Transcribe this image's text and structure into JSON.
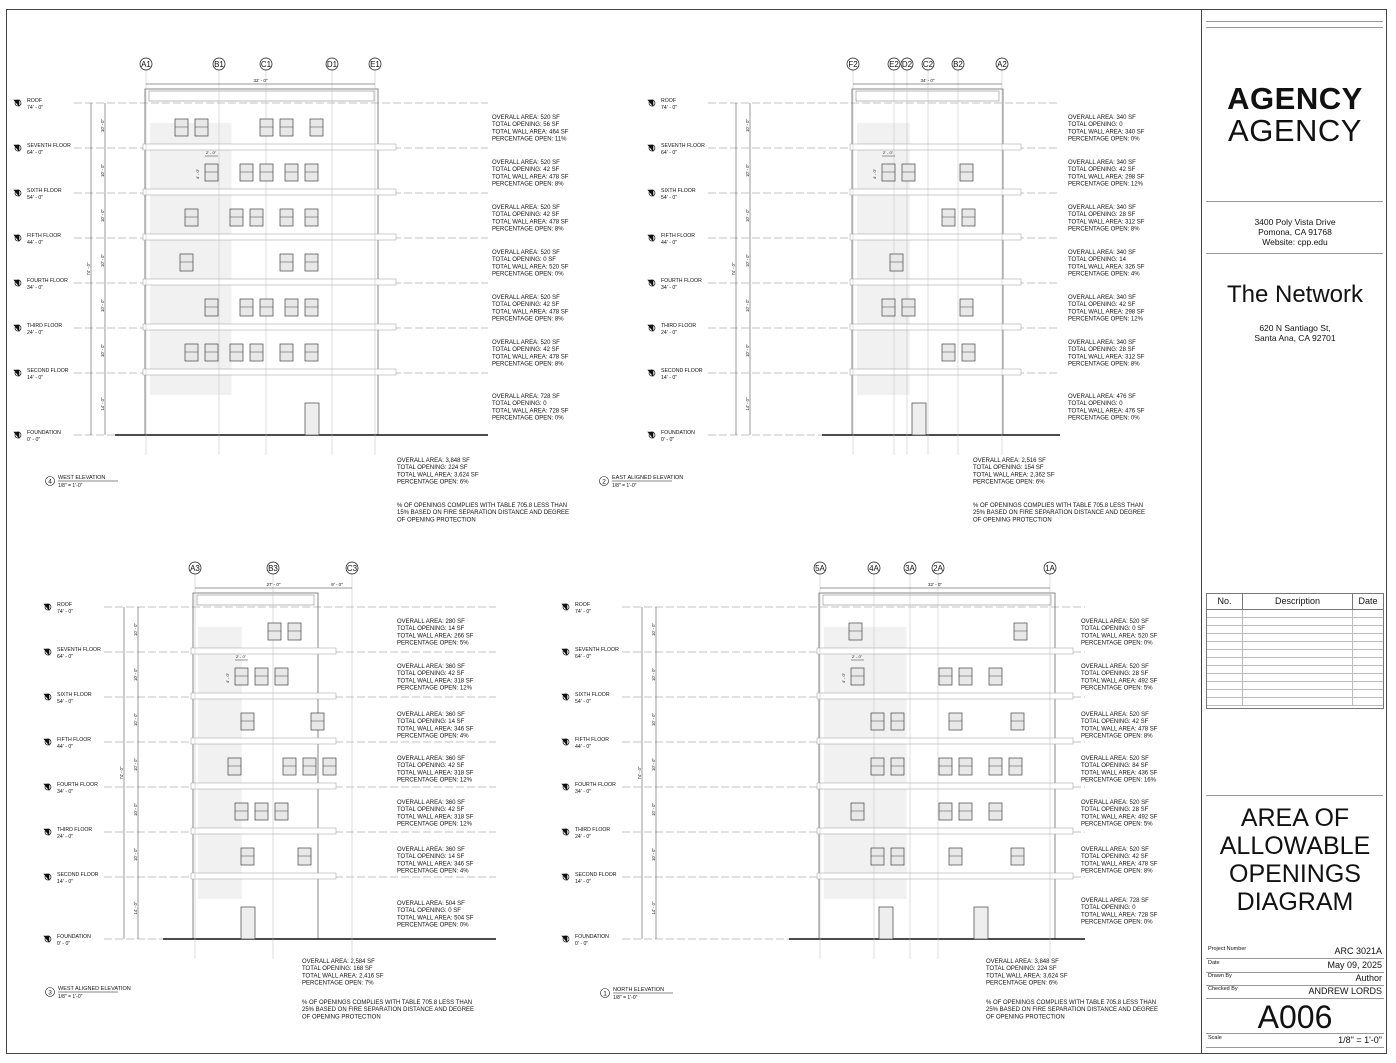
{
  "elevations": [
    {
      "id": "west",
      "number": "4",
      "title": "WEST ELEVATION",
      "scale": "1/8\" = 1'-0\"",
      "grid_labels": [
        "A1",
        "B1",
        "C1",
        "D1",
        "E1"
      ],
      "total_dim": "32' - 0\"",
      "floors": [
        "ROOF",
        "SEVENTH FLOOR",
        "SIXTH FLOOR",
        "FIFTH FLOOR",
        "FOURTH FLOOR",
        "THIRD FLOOR",
        "SECOND FLOOR",
        "FOUNDATION"
      ],
      "levels": [
        "74' - 0\"",
        "64' - 0\"",
        "54' - 0\"",
        "44' - 0\"",
        "34' - 0\"",
        "24' - 0\"",
        "14' - 0\"",
        "0' - 0\""
      ],
      "floor_data": [
        [
          "OVERALL AREA: 520 SF",
          "TOTAL OPENING: 56 SF",
          "TOTAL WALL AREA: 464 SF",
          "PERCENTAGE OPEN: 11%"
        ],
        [
          "OVERALL AREA: 520 SF",
          "TOTAL OPENING: 42 SF",
          "TOTAL WALL AREA: 478 SF",
          "PERCENTAGE OPEN: 8%"
        ],
        [
          "OVERALL AREA: 520 SF",
          "TOTAL OPENING: 42 SF",
          "TOTAL WALL AREA: 478 SF",
          "PERCENTAGE OPEN: 8%"
        ],
        [
          "OVERALL AREA: 520 SF",
          "TOTAL OPENING: 0 SF",
          "TOTAL WALL AREA: 520 SF",
          "PERCENTAGE OPEN: 0%"
        ],
        [
          "OVERALL AREA: 520 SF",
          "TOTAL OPENING: 42 SF",
          "TOTAL WALL AREA: 478 SF",
          "PERCENTAGE OPEN: 8%"
        ],
        [
          "OVERALL AREA: 520 SF",
          "TOTAL OPENING: 42 SF",
          "TOTAL WALL AREA: 478 SF",
          "PERCENTAGE OPEN: 8%"
        ],
        [
          "OVERALL AREA: 728 SF",
          "TOTAL OPENING: 0",
          "TOTAL WALL AREA: 728 SF",
          "PERCENTAGE OPEN: 0%"
        ]
      ],
      "summary": [
        "OVERALL AREA: 3,848 SF",
        "TOTAL OPENING: 224 SF",
        "TOTAL WALL AREA: 3,624 SF",
        "PERCENTAGE OPEN: 6%"
      ],
      "note": [
        "% OF OPENINGS COMPLIES WITH TABLE 705.8 LESS THAN",
        "15% BASED ON FIRE SEPARATION DISTANCE AND DEGREE",
        "OF OPENING PROTECTION"
      ]
    },
    {
      "id": "east",
      "number": "2",
      "title": "EAST ALIGNED ELEVATION",
      "scale": "1/8\" = 1'-0\"",
      "grid_labels": [
        "F2",
        "E2",
        "D2",
        "C2",
        "B2",
        "A2"
      ],
      "total_dim": "34' - 0\"",
      "floors": [
        "ROOF",
        "SEVENTH FLOOR",
        "SIXTH FLOOR",
        "FIFTH FLOOR",
        "FOURTH FLOOR",
        "THIRD FLOOR",
        "SECOND FLOOR",
        "FOUNDATION"
      ],
      "levels": [
        "74' - 0\"",
        "64' - 0\"",
        "54' - 0\"",
        "44' - 0\"",
        "34' - 0\"",
        "24' - 0\"",
        "14' - 0\"",
        "0' - 0\""
      ],
      "floor_data": [
        [
          "OVERALL AREA: 340 SF",
          "TOTAL OPENING: 0",
          "TOTAL WALL AREA:  340 SF",
          "PERCENTAGE OPEN: 0%"
        ],
        [
          "OVERALL AREA: 340 SF",
          "TOTAL OPENING: 42 SF",
          "TOTAL WALL AREA:  298 SF",
          "PERCENTAGE OPEN: 12%"
        ],
        [
          "OVERALL AREA: 340 SF",
          "TOTAL OPENING: 28 SF",
          "TOTAL WALL AREA:  312 SF",
          "PERCENTAGE OPEN: 8%"
        ],
        [
          "OVERALL AREA: 340 SF",
          "TOTAL OPENING: 14",
          "TOTAL WALL AREA:  326 SF",
          "PERCENTAGE OPEN: 4%"
        ],
        [
          "OVERALL AREA: 340 SF",
          "TOTAL OPENING: 42 SF",
          "TOTAL WALL AREA:  298 SF",
          "PERCENTAGE OPEN: 12%"
        ],
        [
          "OVERALL AREA: 340 SF",
          "TOTAL OPENING: 28 SF",
          "TOTAL WALL AREA:  312 SF",
          "PERCENTAGE OPEN: 8%"
        ],
        [
          "OVERALL AREA: 476 SF",
          "TOTAL OPENING: 0",
          "TOTAL WALL AREA:  476 SF",
          "PERCENTAGE OPEN: 0%"
        ]
      ],
      "summary": [
        "OVERALL AREA: 2,516 SF",
        "TOTAL OPENING: 154 SF",
        "TOTAL WALL AREA: 2,362 SF",
        "PERCENTAGE OPEN: 6%"
      ],
      "note": [
        "% OF OPENINGS COMPLIES WITH TABLE 705.8 LESS THAN",
        "25% BASED ON FIRE SEPARATION DISTANCE AND DEGREE",
        "OF OPENING PROTECTION"
      ]
    },
    {
      "id": "west-aligned",
      "number": "3",
      "title": "WEST ALIGNED ELEVATION",
      "scale": "1/8\" = 1'-0\"",
      "grid_labels": [
        "A3",
        "B3",
        "C3"
      ],
      "total_dim": "27' - 0\"",
      "side_dim": "9' - 0\"",
      "floors": [
        "ROOF",
        "SEVENTH FLOOR",
        "SIXTH FLOOR",
        "FIFTH FLOOR",
        "FOURTH FLOOR",
        "THIRD FLOOR",
        "SECOND FLOOR",
        "FOUNDATION"
      ],
      "levels": [
        "74' - 0\"",
        "64' - 0\"",
        "54' - 0\"",
        "44' - 0\"",
        "34' - 0\"",
        "24' - 0\"",
        "14' - 0\"",
        "0' - 0\""
      ],
      "floor_data": [
        [
          "OVERALL AREA: 280 SF",
          "TOTAL OPENING: 14 SF",
          "TOTAL WALL AREA: 266 SF",
          "PERCENTAGE OPEN: 5%"
        ],
        [
          "OVERALL AREA: 360 SF",
          "TOTAL OPENING: 42 SF",
          "TOTAL WALL AREA: 318 SF",
          "PERCENTAGE OPEN: 12%"
        ],
        [
          "OVERALL AREA: 360 SF",
          "TOTAL OPENING: 14 SF",
          "TOTAL WALL AREA: 346 SF",
          "PERCENTAGE OPEN: 4%"
        ],
        [
          "OVERALL AREA: 360 SF",
          "TOTAL OPENING: 42 SF",
          "TOTAL WALL AREA: 318 SF",
          "PERCENTAGE OPEN: 12%"
        ],
        [
          "OVERALL AREA: 360 SF",
          "TOTAL OPENING: 42 SF",
          "TOTAL WALL AREA: 318 SF",
          "PERCENTAGE OPEN: 12%"
        ],
        [
          "OVERALL AREA: 360 SF",
          "TOTAL OPENING: 14 SF",
          "TOTAL WALL AREA: 346 SF",
          "PERCENTAGE OPEN: 4%"
        ],
        [
          "OVERALL AREA: 504 SF",
          "TOTAL OPENING: 0 SF",
          "TOTAL WALL AREA: 504 SF",
          "PERCENTAGE OPEN: 0%"
        ]
      ],
      "summary": [
        "OVERALL AREA: 2,584 SF",
        "TOTAL OPENING: 168 SF",
        "TOTAL WALL AREA: 2,416 SF",
        "PERCENTAGE OPEN: 7%"
      ],
      "note": [
        "% OF OPENINGS COMPLIES WITH TABLE 705.8 LESS THAN",
        "25% BASED ON FIRE SEPARATION DISTANCE AND DEGREE",
        "OF OPENING PROTECTION"
      ]
    },
    {
      "id": "north",
      "number": "1",
      "title": "NORTH ELEVATION",
      "scale": "1/8\" = 1'-0\"",
      "grid_labels": [
        "5A",
        "4A",
        "3A",
        "2A",
        "1A"
      ],
      "total_dim": "32' - 0\"",
      "floors": [
        "ROOF",
        "SEVENTH FLOOR",
        "SIXTH FLOOR",
        "FIFTH FLOOR",
        "FOURTH FLOOR",
        "THIRD FLOOR",
        "SECOND FLOOR",
        "FOUNDATION"
      ],
      "levels": [
        "74' - 0\"",
        "64' - 0\"",
        "54' - 0\"",
        "44' - 0\"",
        "34' - 0\"",
        "24' - 0\"",
        "14' - 0\"",
        "0' - 0\""
      ],
      "floor_data": [
        [
          "OVERALL AREA: 520 SF",
          "TOTAL OPENING: 0 SF",
          "TOTAL WALL AREA: 520 SF",
          "PERCENTAGE OPEN: 0%"
        ],
        [
          "OVERALL AREA: 520 SF",
          "TOTAL OPENING: 28 SF",
          "TOTAL WALL AREA: 492 SF",
          "PERCENTAGE OPEN: 5%"
        ],
        [
          "OVERALL AREA: 520 SF",
          "TOTAL OPENING: 42 SF",
          "TOTAL WALL AREA: 478 SF",
          "PERCENTAGE OPEN: 8%"
        ],
        [
          "OVERALL AREA: 520 SF",
          "TOTAL OPENING: 84 SF",
          "TOTAL WALL AREA: 436 SF",
          "PERCENTAGE OPEN: 16%"
        ],
        [
          "OVERALL AREA: 520 SF",
          "TOTAL OPENING: 28 SF",
          "TOTAL WALL AREA: 492 SF",
          "PERCENTAGE OPEN: 5%"
        ],
        [
          "OVERALL AREA: 520 SF",
          "TOTAL OPENING: 42 SF",
          "TOTAL WALL AREA: 478 SF",
          "PERCENTAGE OPEN: 8%"
        ],
        [
          "OVERALL AREA: 728 SF",
          "TOTAL OPENING: 0",
          "TOTAL WALL AREA:  728 SF",
          "PERCENTAGE OPEN: 0%"
        ]
      ],
      "summary": [
        "OVERALL AREA: 3,848 SF",
        "TOTAL OPENING: 224 SF",
        "TOTAL WALL AREA: 3,624 SF",
        "PERCENTAGE OPEN: 6%"
      ],
      "note": [
        "% OF OPENINGS COMPLIES WITH TABLE 705.8 LESS THAN",
        "25% BASED ON FIRE SEPARATION DISTANCE AND DEGREE",
        "OF OPENING PROTECTION"
      ]
    }
  ],
  "dim_labels": {
    "floor_height": "10' - 0\"",
    "ground_height": "14' - 0\"",
    "total_height": "74' - 0\"",
    "window_width": "2' - 0\"",
    "window_height": "4' - 0\""
  },
  "title_block": {
    "logo_line1": "AGENCY",
    "logo_line2": "AGENCY",
    "address": [
      "3400 Poly Vista Drive",
      "Pomona, CA 91768",
      "Website: cpp.edu"
    ],
    "project_name": "The Network",
    "project_address": [
      "620 N Santiago St,",
      "Santa Ana, CA 92701"
    ],
    "revision_headers": [
      "No.",
      "Description",
      "Date"
    ],
    "sheet_title": [
      "AREA OF",
      "ALLOWABLE",
      "OPENINGS",
      "DIAGRAM"
    ],
    "project_number_label": "Project Number",
    "project_number": "ARC 3021A",
    "date_label": "Date",
    "date": "May 09, 2025",
    "drawn_by_label": "Drawn By",
    "drawn_by": "Author",
    "checked_by_label": "Checked By",
    "checked_by": "ANDREW LORDS",
    "sheet_number": "A006",
    "scale_label": "Scale",
    "scale": "1/8\" = 1'-0\""
  }
}
